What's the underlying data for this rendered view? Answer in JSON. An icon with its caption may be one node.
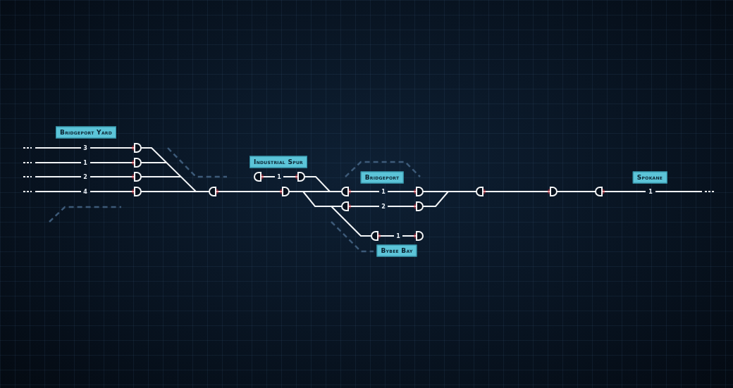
{
  "diagram": {
    "nodes": [
      {
        "text": [
          "Bridgeport Yard"
        ]
      },
      {
        "text": [
          "Industrial Spur"
        ]
      },
      {
        "text": [
          "Bridgeport"
        ]
      },
      {
        "text": [
          "Bybee Bay"
        ]
      },
      {
        "text": [
          "Spokane"
        ]
      }
    ],
    "labels": [
      "3",
      "1",
      "2",
      "4",
      "1",
      "1",
      "2",
      "1",
      "1"
    ]
  }
}
